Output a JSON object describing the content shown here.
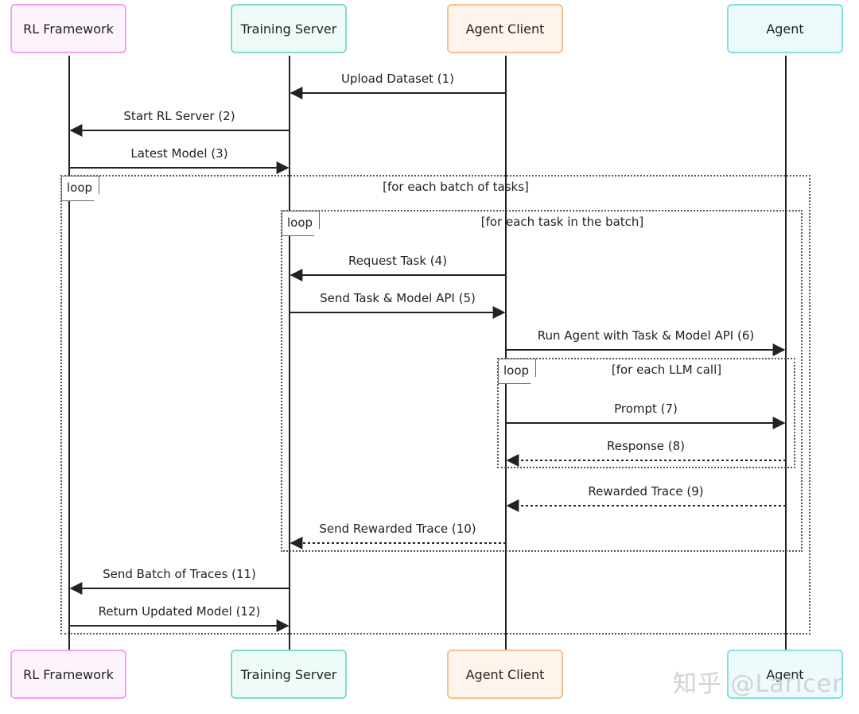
{
  "participants": {
    "rl": "RL Framework",
    "ts": "Training Server",
    "ac": "Agent Client",
    "ag": "Agent"
  },
  "loops": {
    "outer": {
      "tag": "loop",
      "condition": "[for each batch of tasks]"
    },
    "middle": {
      "tag": "loop",
      "condition": "[for each task in the batch]"
    },
    "inner": {
      "tag": "loop",
      "condition": "[for each LLM call]"
    }
  },
  "messages": [
    {
      "label": "Upload Dataset (1)",
      "from": "ac",
      "to": "ts",
      "style": "solid"
    },
    {
      "label": "Start RL Server (2)",
      "from": "ts",
      "to": "rl",
      "style": "solid"
    },
    {
      "label": "Latest Model (3)",
      "from": "rl",
      "to": "ts",
      "style": "solid"
    },
    {
      "label": "Request Task (4)",
      "from": "ac",
      "to": "ts",
      "style": "solid"
    },
    {
      "label": "Send Task & Model API (5)",
      "from": "ts",
      "to": "ac",
      "style": "solid"
    },
    {
      "label": "Run Agent with Task & Model API (6)",
      "from": "ac",
      "to": "ag",
      "style": "solid"
    },
    {
      "label": "Prompt (7)",
      "from": "ac",
      "to": "ag",
      "style": "solid"
    },
    {
      "label": "Response (8)",
      "from": "ag",
      "to": "ac",
      "style": "dashed"
    },
    {
      "label": "Rewarded Trace (9)",
      "from": "ag",
      "to": "ac",
      "style": "dashed"
    },
    {
      "label": "Send Rewarded Trace (10)",
      "from": "ac",
      "to": "ts",
      "style": "dashed"
    },
    {
      "label": "Send Batch of Traces (11)",
      "from": "ts",
      "to": "rl",
      "style": "solid"
    },
    {
      "label": "Return Updated Model (12)",
      "from": "rl",
      "to": "ts",
      "style": "solid"
    }
  ],
  "watermark": "知乎 @Laricer"
}
